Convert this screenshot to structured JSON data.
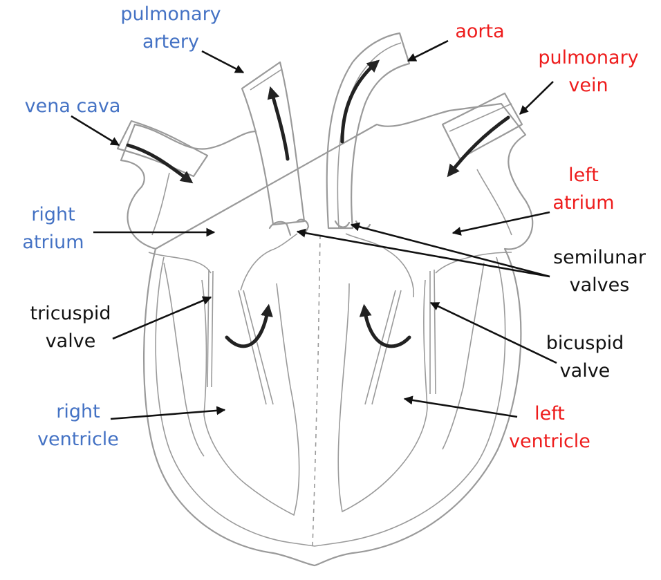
{
  "colors": {
    "blue_label": "#4472c4",
    "red_label": "#ee1c1c",
    "black_label": "#111111"
  },
  "labels": {
    "pulmonary_artery": [
      "pulmonary",
      "artery"
    ],
    "vena_cava": [
      "vena cava"
    ],
    "right_atrium": [
      "right",
      "atrium"
    ],
    "tricuspid_valve": [
      "tricuspid",
      "valve"
    ],
    "right_ventricle": [
      "right",
      "ventricle"
    ],
    "aorta": [
      "aorta"
    ],
    "pulmonary_vein": [
      "pulmonary",
      "vein"
    ],
    "left_atrium": [
      "left",
      "atrium"
    ],
    "semilunar_valves": [
      "semilunar",
      "valves"
    ],
    "bicuspid_valve": [
      "bicuspid",
      "valve"
    ],
    "left_ventricle": [
      "left",
      "ventricle"
    ]
  }
}
